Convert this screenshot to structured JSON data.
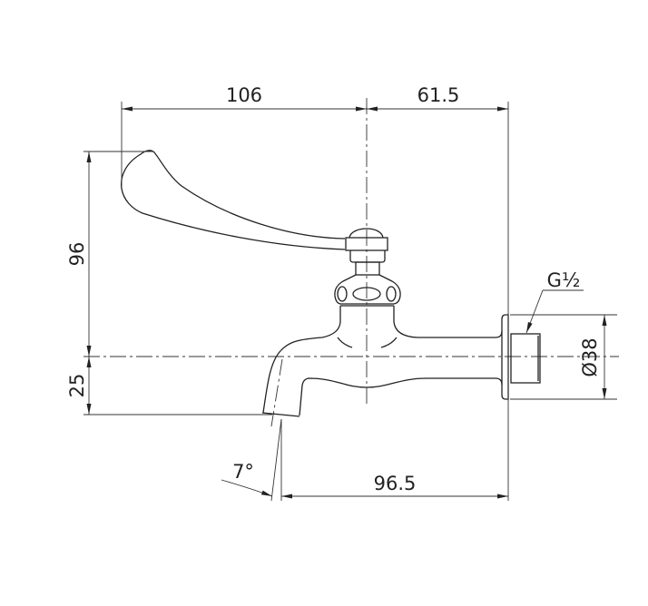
{
  "dimensions": {
    "handle_reach": "106",
    "body_to_wall": "61.5",
    "handle_height": "96",
    "spout_drop": "25",
    "spout_reach": "96.5",
    "spout_angle": "7°",
    "flange_diameter": "Ø38",
    "thread": "G½"
  },
  "colors": {
    "line": "#222222",
    "background": "#ffffff"
  }
}
